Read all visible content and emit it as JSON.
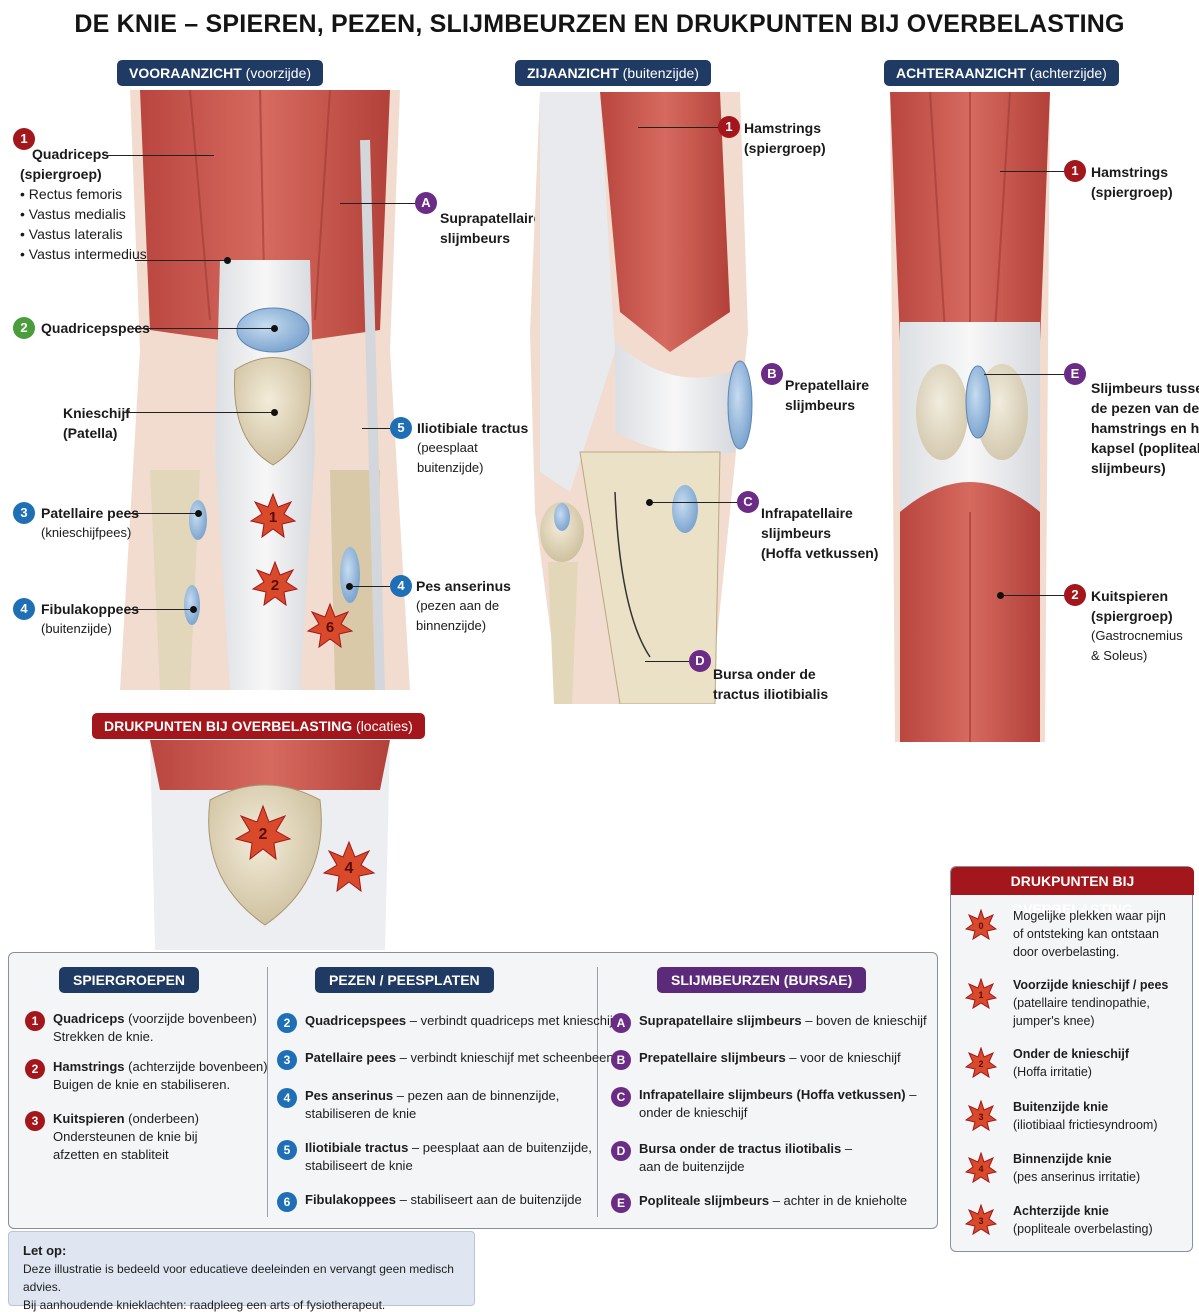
{
  "title": "DE KNIE – SPIEREN, PEZEN, SLIJMBEURZEN EN DRUKPUNTEN BIJ OVERBELASTING",
  "views": {
    "front": {
      "title": "VOORAANZICHT",
      "sub": "(voorzijde)"
    },
    "side": {
      "title": "ZIJAANZICHT",
      "sub": "(buitenzijde)"
    },
    "back": {
      "title": "ACHTERAANZICHT",
      "sub": "(achterzijde)"
    },
    "pressure": {
      "title": "DRUKPUNTEN BIJ OVERBELASTING",
      "sub": "(locaties)"
    }
  },
  "front_labels": {
    "quad": {
      "badge": "1",
      "name": "Quadriceps",
      "name2": "(spiergroep)",
      "items": [
        "• Rectus femoris",
        "• Vastus medialis",
        "• Vastus lateralis",
        "• Vastus intermedius"
      ]
    },
    "suprapatellar": {
      "badge": "A",
      "l1": "Suprapatellaire",
      "l2": "slijmbeurs"
    },
    "quadtendon": {
      "badge": "2",
      "name": "Quadricepspees"
    },
    "patella": {
      "l1": "Knieschijf",
      "l2": "(Patella)"
    },
    "itb": {
      "badge": "5",
      "l1": "Iliotibiale tractus",
      "l2": "(peesplaat",
      "l3": "buitenzijde)"
    },
    "pattendon": {
      "badge": "3",
      "l1": "Patellaire pees",
      "l2": "(knieschijfpees)"
    },
    "pes": {
      "badge": "4",
      "l1": "Pes anserinus",
      "l2": "(pezen aan de",
      "l3": "binnenzijde)"
    },
    "fibula": {
      "badge": "4",
      "l1": "Fibulakoppees",
      "l2": "(buitenzijde)"
    },
    "stars": [
      "1",
      "2",
      "6"
    ]
  },
  "side_labels": {
    "hams": {
      "badge": "1",
      "l1": "Hamstrings",
      "l2": "(spiergroep)"
    },
    "prepat": {
      "badge": "B",
      "l1": "Prepatellaire",
      "l2": "slijmbeurs"
    },
    "infrapat": {
      "badge": "C",
      "l1": "Infrapatellaire",
      "l2": "slijmbeurs",
      "l3": "(Hoffa vetkussen)"
    },
    "bursa_itb": {
      "badge": "D",
      "l1": "Bursa onder de",
      "l2": "tractus iliotibialis"
    }
  },
  "back_labels": {
    "hams": {
      "badge": "1",
      "l1": "Hamstrings",
      "l2": "(spiergroep)"
    },
    "popl": {
      "badge": "E",
      "l1": "Slijmbeurs tussen",
      "l2": "de pezen van de",
      "l3": "hamstrings en het",
      "l4": "kapsel (popliteale",
      "l5": "slijmbeurs)"
    },
    "calf": {
      "badge": "2",
      "l1": "Kuitspieren",
      "l2": "(spiergroep)",
      "l3": "(Gastrocnemius",
      "l4": "& Soleus)"
    }
  },
  "pressure_stars": [
    "2",
    "4"
  ],
  "legend": {
    "muscles": {
      "header": "SPIERGROEPEN",
      "items": [
        {
          "badge": "1",
          "name": "Quadriceps",
          "extra": " (voorzijde bovenbeen)",
          "desc": [
            "Strekken de knie."
          ]
        },
        {
          "badge": "2",
          "name": "Hamstrings",
          "extra": " (achterzijde bovenbeen)",
          "desc": [
            "Buigen de knie en stabiliseren."
          ]
        },
        {
          "badge": "3",
          "name": "Kuitspieren",
          "extra": " (onderbeen)",
          "desc": [
            "Ondersteunen de knie bij",
            "afzetten en stabliteit"
          ]
        }
      ]
    },
    "tendons": {
      "header": "PEZEN / PEESPLATEN",
      "items": [
        {
          "badge": "2",
          "name": "Quadricepspees",
          "extra": " – verbindt quadriceps met knieschijf",
          "desc": []
        },
        {
          "badge": "3",
          "name": "Patellaire pees",
          "extra": " – verbindt knieschijf met scheenbeen",
          "desc": []
        },
        {
          "badge": "4",
          "name": "Pes anserinus",
          "extra": " – pezen aan de binnenzijde,",
          "desc": [
            "stabiliseren de knie"
          ]
        },
        {
          "badge": "5",
          "name": "Iliotibiale tractus",
          "extra": " – peesplaat aan de buitenzijde,",
          "desc": [
            "stabiliseert de knie"
          ]
        },
        {
          "badge": "6",
          "name": "Fibulakoppees",
          "extra": " – stabiliseert aan de buitenzijde",
          "desc": []
        }
      ]
    },
    "bursae": {
      "header": "SLIJMBEURZEN (BURSAE)",
      "items": [
        {
          "badge": "A",
          "name": "Suprapatellaire slijmbeurs",
          "extra": " – boven de knieschijf",
          "desc": []
        },
        {
          "badge": "B",
          "name": "Prepatellaire slijmbeurs",
          "extra": " – voor de knieschijf",
          "desc": []
        },
        {
          "badge": "C",
          "name": "Infrapatellaire slijmbeurs (Hoffa vetkussen)",
          "extra": " –",
          "desc": [
            "onder de knieschijf"
          ]
        },
        {
          "badge": "D",
          "name": "Bursa onder de tractus iliotibalis",
          "extra": " –",
          "desc": [
            "aan de buitenzijde"
          ]
        },
        {
          "badge": "E",
          "name": "Popliteale slijmbeurs",
          "extra": " – achter in de knieholte",
          "desc": []
        }
      ]
    }
  },
  "note": {
    "title": "Let op:",
    "lines": [
      "Deze illustratie is bedeeld voor educatieve deeleinden en vervangt geen medisch advies.",
      "Bij aanhoudende knieklachten: raadpleeg een arts of fysiotherapeut."
    ]
  },
  "pressure_box": {
    "header": "DRUKPUNTEN BIJ OVERBELASTING",
    "items": [
      {
        "star": "0",
        "name": "",
        "lines": [
          "Mogelijke plekken waar pijn",
          "of ontsteking kan ontstaan",
          "door overbelasting."
        ]
      },
      {
        "star": "1",
        "name": "Voorzijde knieschijf / pees",
        "lines": [
          "(patellaire tendinopathie,",
          "jumper's knee)"
        ]
      },
      {
        "star": "2",
        "name": "Onder de knieschijf",
        "lines": [
          "(Hoffa irritatie)"
        ]
      },
      {
        "star": "3",
        "name": "Buitenzijde knie",
        "lines": [
          "(iliotibiaal frictiesyndroom)"
        ]
      },
      {
        "star": "4",
        "name": "Binnenzijde knie",
        "lines": [
          "(pes anserinus irritatie)"
        ]
      },
      {
        "star": "3",
        "name": "Achterzijde knie",
        "lines": [
          "(popliteale overbelasting)"
        ]
      }
    ]
  },
  "colors": {
    "navy": "#1f3a63",
    "red": "#a3161b",
    "purple": "#5c2a7a",
    "muscle": "#c8524a",
    "bone": "#e6dcc4",
    "bursa": "#8fb3d9"
  }
}
